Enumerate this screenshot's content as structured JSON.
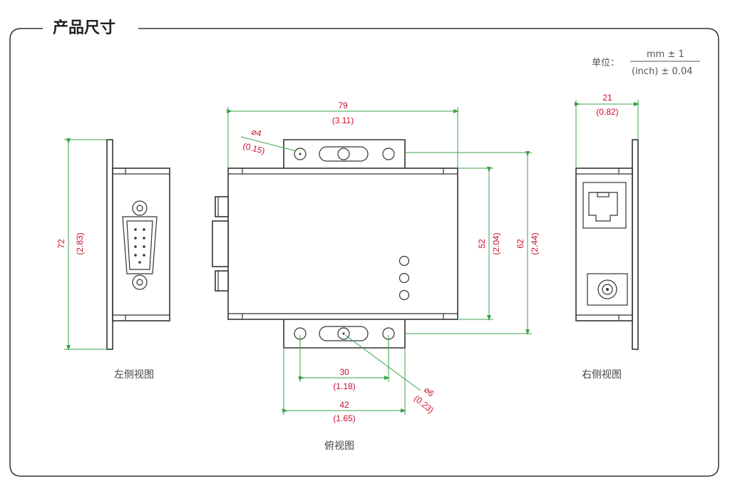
{
  "title": "产品尺寸",
  "unit": {
    "label": "单位：",
    "numerator": "mm ± 1",
    "denominator": "(inch) ± 0.04"
  },
  "captions": {
    "left_view": "左侧视图",
    "top_view": "俯视图",
    "right_view": "右侧视图"
  },
  "dimensions": {
    "left_height_mm": "72",
    "left_height_in": "(2.83)",
    "width_mm": "79",
    "width_in": "(3.11)",
    "hole_top_mm": "⌀4",
    "hole_top_in": "(0.15)",
    "body_height_mm": "52",
    "body_height_in": "(2.04)",
    "total_height_mm": "62",
    "total_height_in": "(2.44)",
    "hole_spacing_mm": "30",
    "hole_spacing_in": "(1.18)",
    "ear_width_mm": "42",
    "ear_width_in": "(1.65)",
    "slot_mm": "⌀6",
    "slot_in": "(0.23)",
    "right_depth_mm": "21",
    "right_depth_in": "(0.82)"
  },
  "colors": {
    "dimension_text": "#c8102e",
    "dimension_line": "#3ca34a",
    "frame": "#333333"
  }
}
